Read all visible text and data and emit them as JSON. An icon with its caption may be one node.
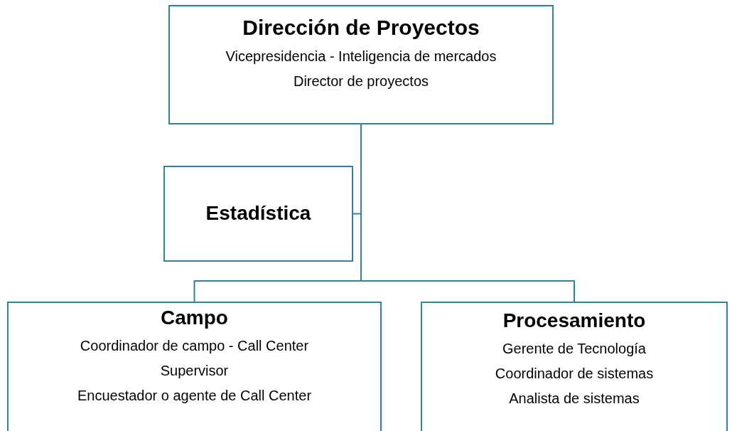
{
  "diagram": {
    "nodes": [
      {
        "text": [
          "Dirección de Proyectos",
          "Vicepresidencia - Inteligencia de mercados",
          "Director de proyectos"
        ]
      },
      {
        "text": [
          "Estadística"
        ]
      },
      {
        "text": [
          "Campo",
          "Coordinador de campo - Call Center",
          "Supervisor",
          "Encuestador o agente de Call Center"
        ]
      },
      {
        "text": [
          "Procesamiento",
          "Gerente de Tecnología",
          "Coordinador de sistemas",
          "Analista de sistemas"
        ]
      }
    ],
    "edges": [
      {
        "from": 0,
        "to": 1,
        "arrow": "none"
      },
      {
        "from": 0,
        "to": 2,
        "arrow": "none"
      },
      {
        "from": 0,
        "to": 3,
        "arrow": "none"
      }
    ]
  }
}
